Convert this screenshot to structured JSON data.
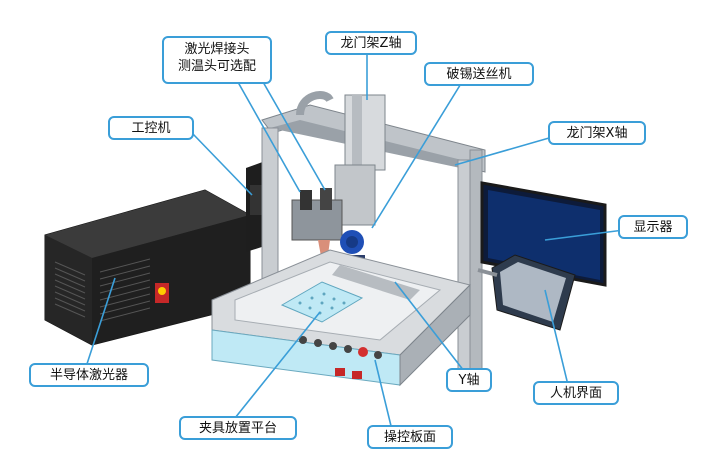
{
  "labels": {
    "laser_head": [
      "激光焊接头",
      "测温头可选配"
    ],
    "gantry_z": "龙门架Z轴",
    "wire_feeder": "破锡送丝机",
    "ipc": "工控机",
    "gantry_x": "龙门架X轴",
    "display": "显示器",
    "semiconductor_laser": "半导体激光器",
    "y_axis": "Y轴",
    "hmi": "人机界面",
    "fixture_platform": "夹具放置平台",
    "control_panel": "操控板面"
  },
  "colors": {
    "callout_border": "#3a9ed8",
    "leader_line": "#3a9ed8",
    "platform_cyan": "#bfe9f5",
    "frame_gray": "#c8ccd0",
    "dark": "#1c1c1c"
  }
}
